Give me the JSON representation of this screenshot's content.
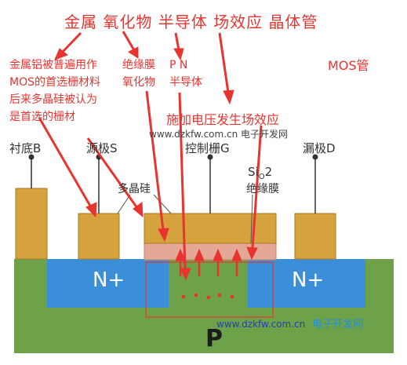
{
  "title": {
    "metal": "金属",
    "oxide": "氧化物",
    "semiconductor": "半导体",
    "field_effect": "场效应",
    "transistor": "晶体管"
  },
  "notes": {
    "left_lines": [
      "金属铝被普遍用作",
      "MOS的首选栅材料",
      "后来多晶硅被认为",
      "是首选的栅材"
    ],
    "insulator": [
      "绝缘膜",
      "氧化物"
    ],
    "pn": [
      "P N",
      "半导体"
    ],
    "mos": "MOS管",
    "voltage": "施加电压发生场效应"
  },
  "diagram": {
    "substrate_label": "衬底B",
    "source_label": "源极S",
    "gate_label": "控制栅G",
    "drain_label": "漏极D",
    "polysilicon": "多晶硅",
    "sio2": "SiO2",
    "sio2_base": "Si",
    "sio2_sub": "O",
    "sio2_tail": "2",
    "insulating_film": "绝缘膜",
    "n_left": "N+",
    "n_right": "N+",
    "p_region": "P"
  },
  "watermarks": {
    "top": "www.dzkfw.com.cn 电子开发网",
    "bottom_url": "www.dzkfw.com.cn",
    "bottom_name": "电子开发网"
  },
  "colors": {
    "annotation_red": "#e8342f",
    "substrate_green": "#6ea24a",
    "n_plus_blue": "#3b8fd8",
    "gate_gold": "#d6a23e",
    "oxide_pink": "#e5a896"
  }
}
